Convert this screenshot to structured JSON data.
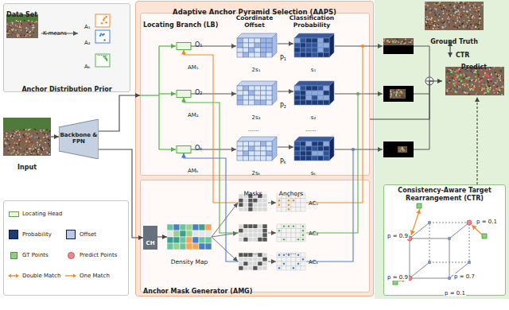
{
  "diagram": {
    "nodes": [
      {
        "text": [
          "Data Set",
          "Anchor Distribution Prior"
        ]
      },
      {
        "text": [
          "Adaptive Anchor Pyramid Selection (AAPS)"
        ]
      },
      {
        "text": [
          "Locating Branch (LB)"
        ],
        "in": 1
      },
      {
        "text": [
          "Ground Truth"
        ]
      },
      {
        "text": [
          "Predict"
        ]
      },
      {
        "text": [
          "Input"
        ]
      },
      {
        "text": [
          "Backbone & FPN"
        ]
      },
      {
        "text": [
          "Anchor Mask Generator (AMG)"
        ],
        "in": 1
      },
      {
        "text": [
          "CH"
        ],
        "in": 7
      },
      {
        "text": [
          "Density Map"
        ],
        "in": 7
      },
      {
        "text": [
          "Consistency-Aware Target Rearrangement (CTR)"
        ]
      }
    ],
    "edges": [
      {
        "from": 5,
        "to": 6,
        "arrow": "to"
      },
      {
        "from": 6,
        "to": 2,
        "arrow": "to"
      },
      {
        "from": 6,
        "to": 8,
        "arrow": "to"
      },
      {
        "from": 8,
        "to": 9,
        "arrow": "to"
      },
      {
        "from": 2,
        "to": 4,
        "arrow": "to"
      },
      {
        "from": 3,
        "to": 4,
        "label": "CTR",
        "arrow": "both"
      },
      {
        "from": 10,
        "to": 4,
        "arrow": "to"
      }
    ],
    "labels": [
      "K-means",
      "A₁",
      "A₂",
      "......",
      "Aₖ",
      "Coordinate Offset",
      "Classification Probability",
      "O₁",
      "P₁",
      "2s₁",
      "s₁",
      "AM₁",
      "O₂",
      "P₂",
      "2s₂",
      "s₂",
      "AM₂",
      "......",
      "......",
      "Oₖ",
      "Pₖ",
      "2sₖ",
      "sₖ",
      "AMₖ",
      "Masks",
      "Anchors",
      "AC₁",
      "AC₂",
      "......",
      "......",
      "ACₖ",
      "p = 0.9",
      "p = 0.1",
      "p = 0.7",
      "p = 0.9",
      "p = 0.1"
    ],
    "legend": [
      {
        "text": "Locating Head"
      },
      {
        "text": "Probability",
        "color": "#1f3b73"
      },
      {
        "text": "Offset",
        "color": "#b9c9e8"
      },
      {
        "text": "GT Points",
        "color": "#8bd17c"
      },
      {
        "text": "Predict Points",
        "color": "#f2868a"
      },
      {
        "text": "Double Match"
      },
      {
        "text": "One Match"
      }
    ]
  }
}
